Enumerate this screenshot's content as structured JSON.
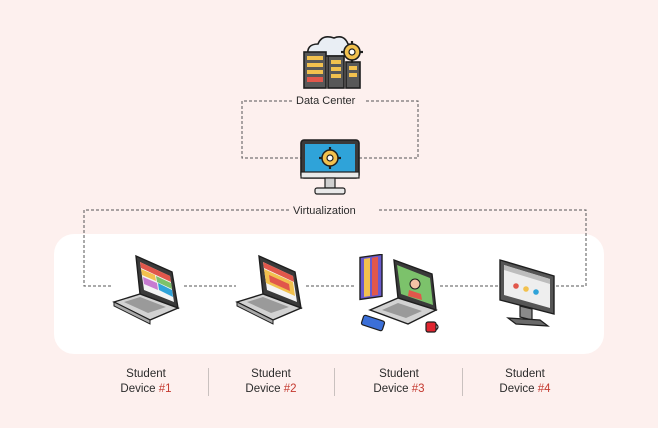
{
  "nodes": {
    "data_center": "Data Center",
    "virtualization": "Virtualization"
  },
  "devices": [
    {
      "line1": "Student",
      "prefix": "Device ",
      "num": "#1"
    },
    {
      "line1": "Student",
      "prefix": "Device ",
      "num": "#2"
    },
    {
      "line1": "Student",
      "prefix": "Device ",
      "num": "#3"
    },
    {
      "line1": "Student",
      "prefix": "Device ",
      "num": "#4"
    }
  ],
  "colors": {
    "background": "#fdf0ee",
    "card": "#ffffff",
    "accent": "#c4392f",
    "monitor_screen": "#2fa3d9",
    "connector": "#555555"
  },
  "icons": [
    "server-cloud-gear-icon",
    "monitor-gear-icon",
    "laptop-icon",
    "laptop-books-icon",
    "imac-icon"
  ]
}
